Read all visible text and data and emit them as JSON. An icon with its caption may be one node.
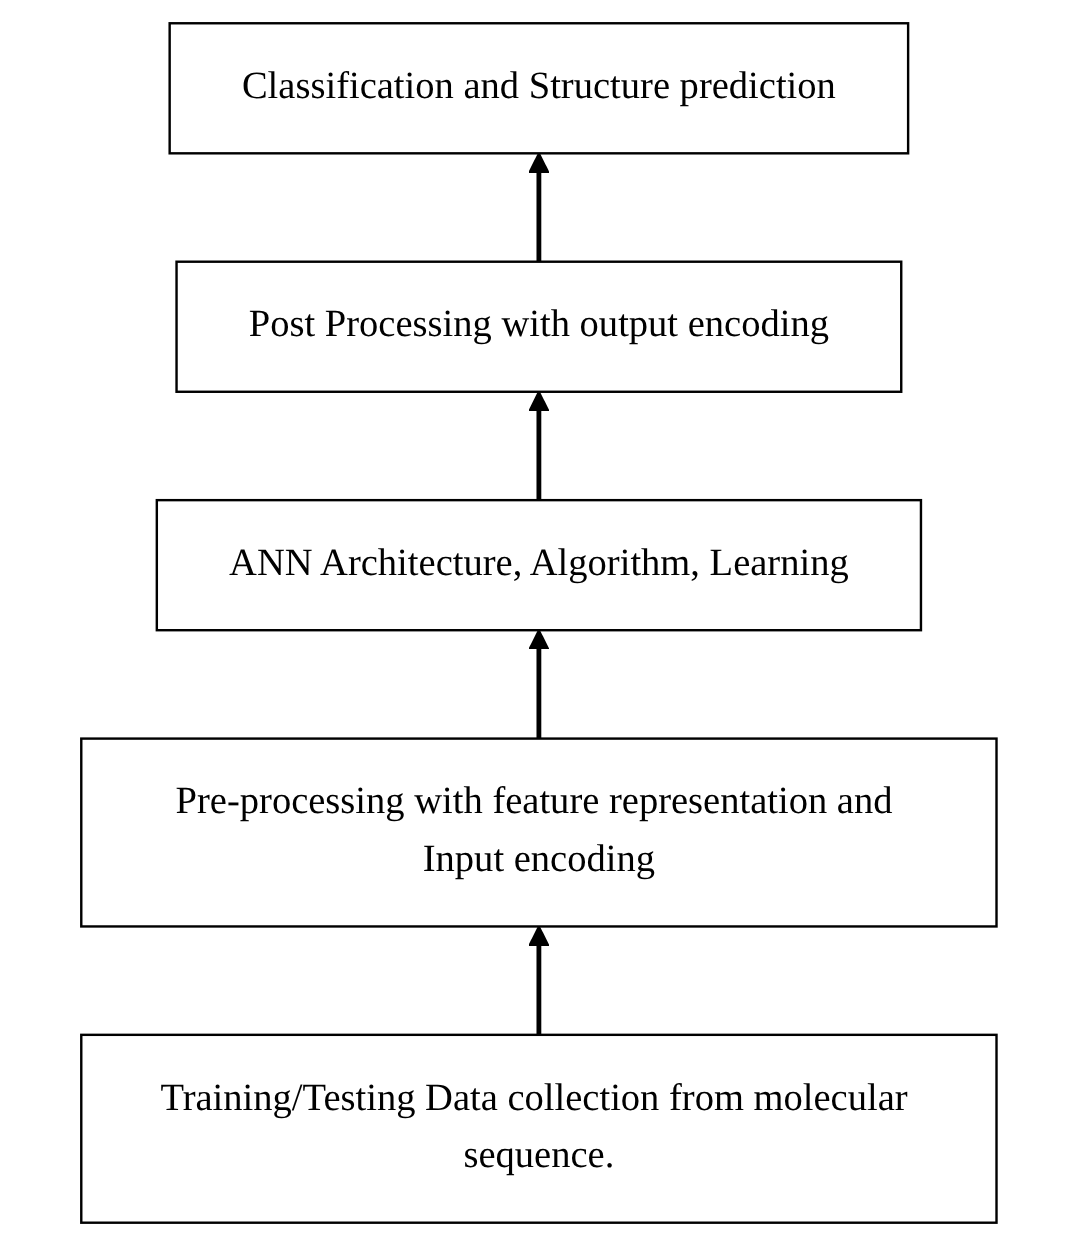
{
  "diagram": {
    "nodes": [
      {
        "text": [
          "Classification and Structure prediction"
        ]
      },
      {
        "text": [
          "Post Processing with output encoding"
        ]
      },
      {
        "text": [
          "ANN Architecture, Algorithm, Learning"
        ]
      },
      {
        "text": [
          "Pre-processing with feature representation and Input encoding"
        ]
      },
      {
        "text": [
          "Training/Testing Data collection from molecular sequence."
        ]
      }
    ],
    "edges": [
      {
        "from": 4,
        "to": 3,
        "arrow": "to"
      },
      {
        "from": 3,
        "to": 2,
        "arrow": "to"
      },
      {
        "from": 2,
        "to": 1,
        "arrow": "to"
      },
      {
        "from": 1,
        "to": 0,
        "arrow": "to"
      }
    ]
  }
}
